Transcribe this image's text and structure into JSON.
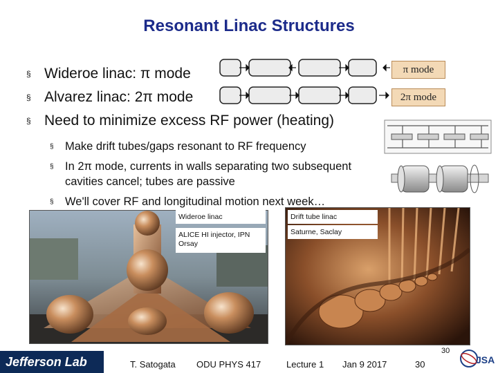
{
  "slide": {
    "title": "Resonant Linac Structures",
    "bullets": [
      "Wideroe linac: π mode",
      "Alvarez linac: 2π mode",
      "Need to minimize excess RF power (heating)"
    ],
    "sub_bullets": [
      "Make drift tubes/gaps resonant to RF frequency",
      "In 2π mode, currents in walls separating two subsequent cavities cancel; tubes are passive",
      "We'll cover RF and longitudinal motion next week…"
    ],
    "bullet_marker": "§",
    "diagram_labels": {
      "pi_mode": "π mode",
      "two_pi_mode": "2π mode"
    },
    "photos": {
      "left": {
        "caption_top": "Wideroe linac",
        "caption_bottom": "ALICE HI injector, IPN Orsay"
      },
      "right": {
        "caption_top": "Drift tube linac",
        "caption_bottom": "Saturne, Saclay"
      }
    }
  },
  "footer": {
    "logo_text": "Jefferson Lab",
    "author": "T. Satogata",
    "course": "ODU PHYS 417",
    "lecture": "Lecture 1",
    "date": "Jan 9 2017",
    "page": "30",
    "page_small": "30",
    "jsa_text": "JSA"
  },
  "colors": {
    "title": "#1c2b8a",
    "mode_box": "#f3d9b6",
    "logo_bg": "#0d2a57"
  }
}
